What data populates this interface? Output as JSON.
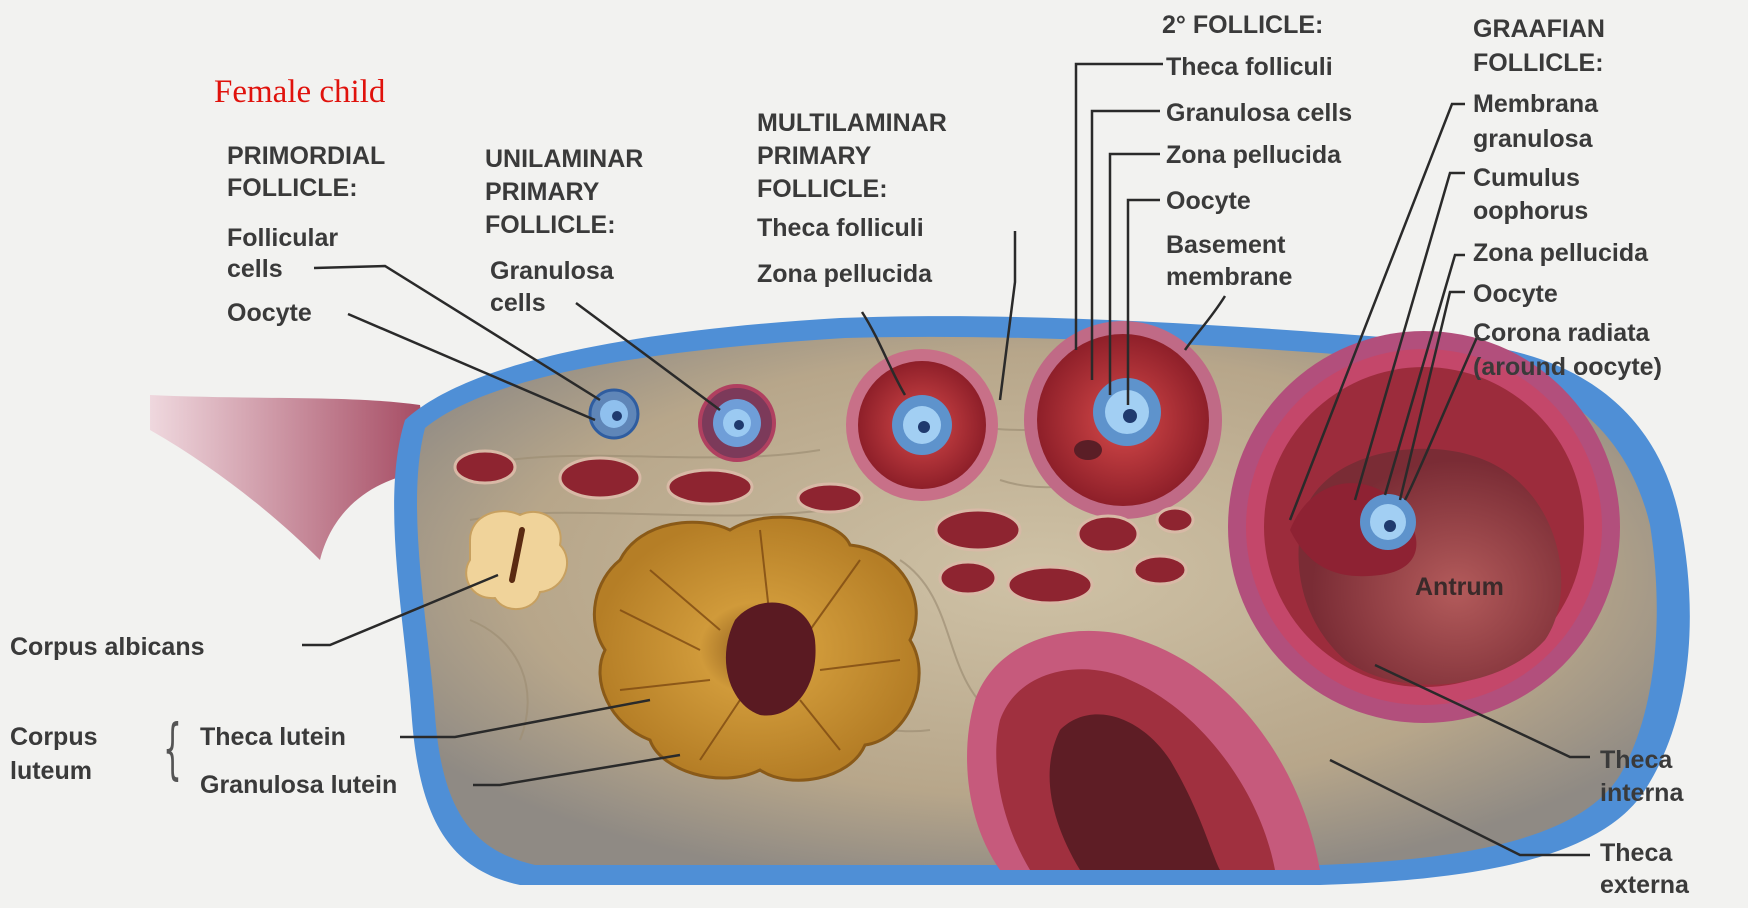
{
  "caption": "Female child",
  "colors": {
    "caption": "#e0120c",
    "label_text": "#3a3a3a",
    "leader_line": "#2a2a2a",
    "ovary_cortex": "#b9a98c",
    "tunica": "#5b95d6",
    "follicle_red": "#b3282e",
    "oocyte_blue": "#7fb3e6",
    "corpus_luteum": "#c4902e",
    "corpus_albicans": "#f0d39a",
    "ligament": "#b0566c"
  },
  "labels": {
    "primordial": {
      "title_line1": "PRIMORDIAL",
      "title_line2": "FOLLICLE:",
      "follicular_cells_1": "Follicular",
      "follicular_cells_2": "cells",
      "oocyte": "Oocyte"
    },
    "unilaminar": {
      "title_line1": "UNILAMINAR",
      "title_line2": "PRIMARY",
      "title_line3": "FOLLICLE:",
      "granulosa_cells_1": "Granulosa",
      "granulosa_cells_2": "cells"
    },
    "multilaminar": {
      "title_line1": "MULTILAMINAR",
      "title_line2": "PRIMARY",
      "title_line3": "FOLLICLE:",
      "theca_folliculi": "Theca folliculi",
      "zona_pellucida": "Zona pellucida"
    },
    "secondary": {
      "title": "2° FOLLICLE:",
      "theca_folliculi": "Theca folliculi",
      "granulosa_cells": "Granulosa cells",
      "zona_pellucida": "Zona pellucida",
      "oocyte": "Oocyte",
      "basement_membrane_1": "Basement",
      "basement_membrane_2": "membrane"
    },
    "graafian": {
      "title_line1": "GRAAFIAN",
      "title_line2": "FOLLICLE:",
      "membrana_granulosa_1": "Membrana",
      "membrana_granulosa_2": "granulosa",
      "cumulus_oophorus_1": "Cumulus",
      "cumulus_oophorus_2": "oophorus",
      "zona_pellucida": "Zona pellucida",
      "oocyte": "Oocyte",
      "corona_radiata_1": "Corona radiata",
      "corona_radiata_2": "(around oocyte)",
      "antrum": "Antrum"
    },
    "corpus_albicans": "Corpus albicans",
    "corpus_luteum": {
      "label_1": "Corpus",
      "label_2": "luteum",
      "theca_lutein": "Theca lutein",
      "granulosa_lutein": "Granulosa lutein"
    },
    "theca_interna_1": "Theca",
    "theca_interna_2": "interna",
    "theca_externa_1": "Theca",
    "theca_externa_2": "externa"
  }
}
